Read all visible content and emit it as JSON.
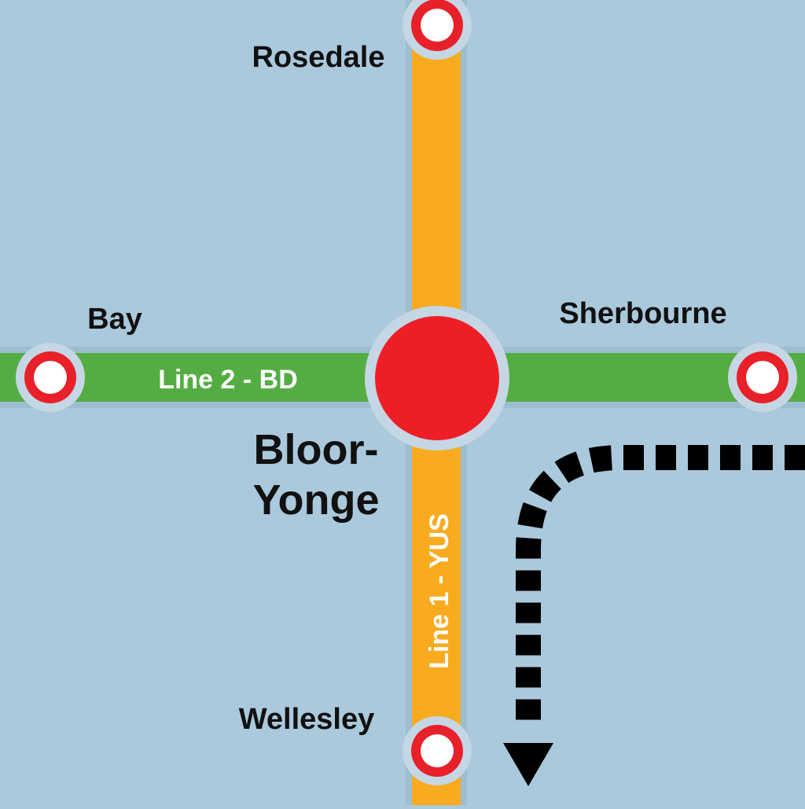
{
  "colors": {
    "background": "#aac9dc",
    "line_1": "#f9ab1f",
    "line_2": "#54ad43",
    "station_ring": "#e8202a",
    "station_halo": "#c5d6e4",
    "station_fill": "#ffffff",
    "interchange_fill": "#ee1e26",
    "label_text": "#111111",
    "line_label_text": "#ffffff",
    "route_arrow": "#000000"
  },
  "lines": {
    "line_1": {
      "label": "Line 1 - YUS"
    },
    "line_2": {
      "label": "Line 2 - BD"
    }
  },
  "stations": {
    "rosedale": "Rosedale",
    "bay": "Bay",
    "sherbourne": "Sherbourne",
    "wellesley": "Wellesley",
    "interchange_line1": "Bloor-",
    "interchange_line2": "Yonge"
  },
  "icons": {
    "route_arrow": "dashed-turn-arrow-down-icon"
  }
}
